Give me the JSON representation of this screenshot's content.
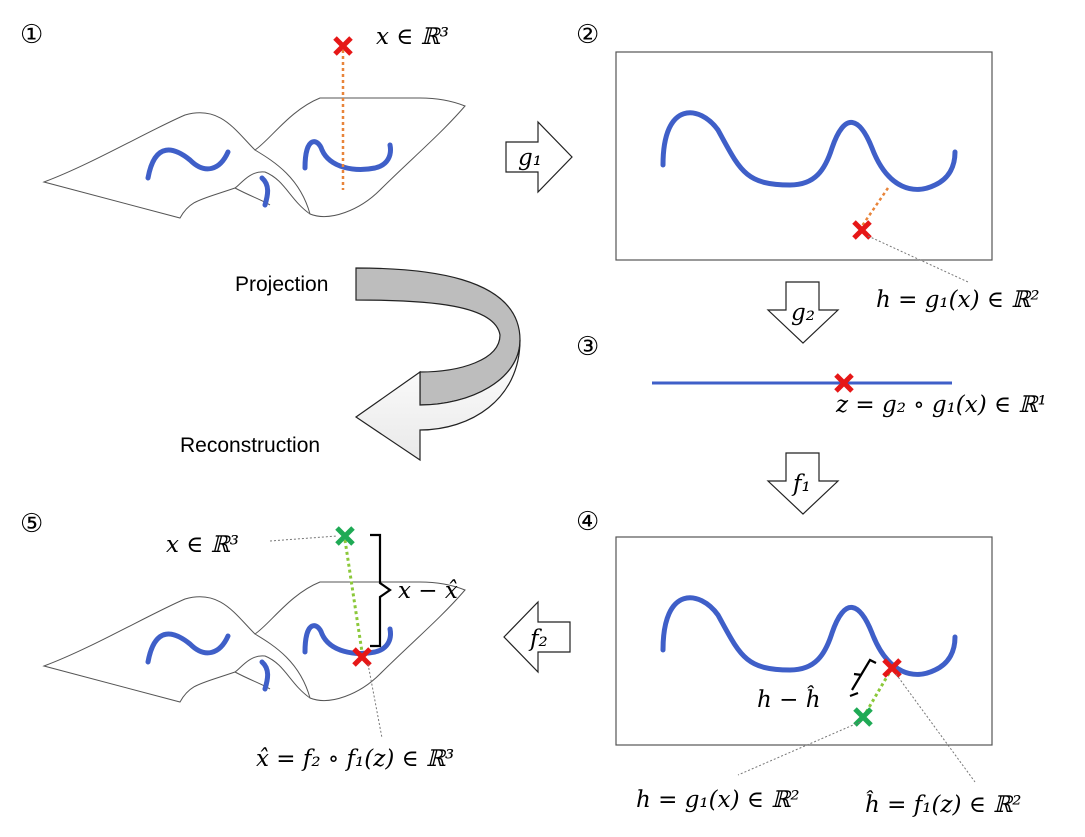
{
  "steps": [
    "①",
    "②",
    "③",
    "④",
    "⑤"
  ],
  "labels": {
    "x_in_R3": "x ∈ ℝ³",
    "g1": "g₁",
    "g2": "g₂",
    "f1": "f₁",
    "f2": "f₂",
    "h_g1": "h = g₁(x) ∈ ℝ²",
    "z_g2g1": "z = g₂ ∘ g₁(x) ∈ ℝ¹",
    "hhat_f1": "ĥ = f₁(z) ∈ ℝ²",
    "h_minus_hhat": "h − ĥ",
    "x_minus_xhat": "x − x̂",
    "xhat_f2f1": "x̂ = f₂ ∘ f₁(z) ∈ ℝ³",
    "projection": "Projection",
    "reconstruction": "Reconstruction"
  },
  "colors": {
    "curve": "#3F5FC8",
    "original_point": "#E61717",
    "reconstructed_point": "#1FAA55",
    "projection_line": "#E8843A",
    "error_line": "#8BC83A",
    "curved_arrow_upper": "#BDBDBD"
  }
}
